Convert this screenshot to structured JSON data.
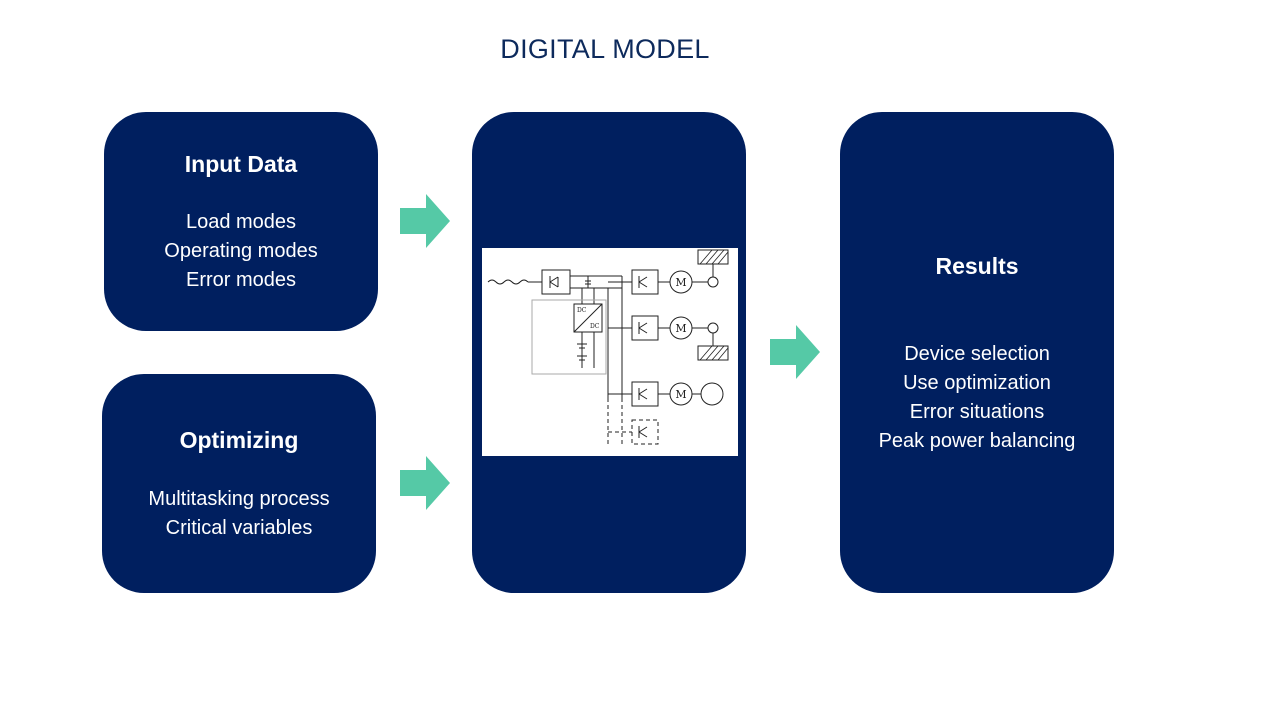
{
  "title": "DIGITAL MODEL",
  "input_box": {
    "heading": "Input Data",
    "lines": [
      "Load modes",
      "Operating modes",
      "Error modes"
    ]
  },
  "optimizing_box": {
    "heading": "Optimizing",
    "lines": [
      "Multitasking process",
      "Critical variables"
    ]
  },
  "results_box": {
    "heading": "Results",
    "lines": [
      "Device selection",
      "Use optimization",
      "Error situations",
      "Peak power balancing"
    ]
  },
  "schematic": {
    "dc_label": "DC",
    "motor_label": "M"
  },
  "colors": {
    "box_fill": "#001f5f",
    "arrow_fill": "#55c9a6",
    "title_text": "#0d2a5c"
  }
}
